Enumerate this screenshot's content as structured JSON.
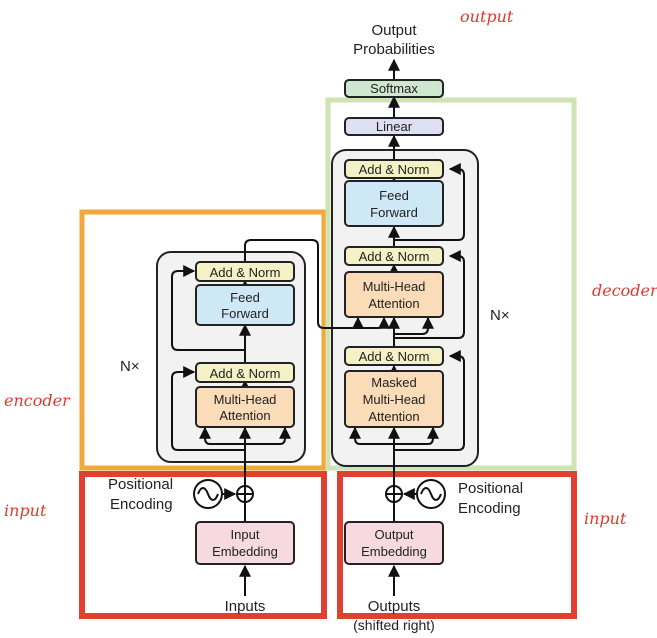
{
  "annotations": {
    "output": "output",
    "encoder": "encoder",
    "decoder": "decoder",
    "input_left": "input",
    "input_right": "input"
  },
  "colors": {
    "encoder_frame": "#f2a93b",
    "decoder_frame": "#cfe3b4",
    "input_frame": "#e0402f",
    "annotation_text": "#e03a2e",
    "add_norm_fill": "#f4f1c6",
    "feed_forward_fill": "#cfe8f6",
    "attention_fill": "#fbdcb8",
    "embedding_fill": "#f6dadf",
    "linear_fill": "#dedff3",
    "softmax_fill": "#cfe7cf",
    "layer_stack_fill": "#f2f2f2"
  },
  "encoder": {
    "add_norm_top": "Add & Norm",
    "feed_forward_1": "Feed",
    "feed_forward_2": "Forward",
    "add_norm_bottom": "Add & Norm",
    "attention_1": "Multi-Head",
    "attention_2": "Attention",
    "repeat": "N×"
  },
  "decoder": {
    "add_norm_top": "Add & Norm",
    "feed_forward_1": "Feed",
    "feed_forward_2": "Forward",
    "add_norm_mid": "Add & Norm",
    "attention_1": "Multi-Head",
    "attention_2": "Attention",
    "add_norm_bottom": "Add & Norm",
    "masked_1": "Masked",
    "masked_2": "Multi-Head",
    "masked_3": "Attention",
    "repeat": "N×"
  },
  "input_side": {
    "pos_enc_1": "Positional",
    "pos_enc_2": "Encoding",
    "embedding_1": "Input",
    "embedding_2": "Embedding",
    "label": "Inputs"
  },
  "output_side": {
    "pos_enc_1": "Positional",
    "pos_enc_2": "Encoding",
    "embedding_1": "Output",
    "embedding_2": "Embedding",
    "label_1": "Outputs",
    "label_2": "(shifted right)"
  },
  "head": {
    "linear": "Linear",
    "softmax": "Softmax",
    "output_1": "Output",
    "output_2": "Probabilities"
  }
}
